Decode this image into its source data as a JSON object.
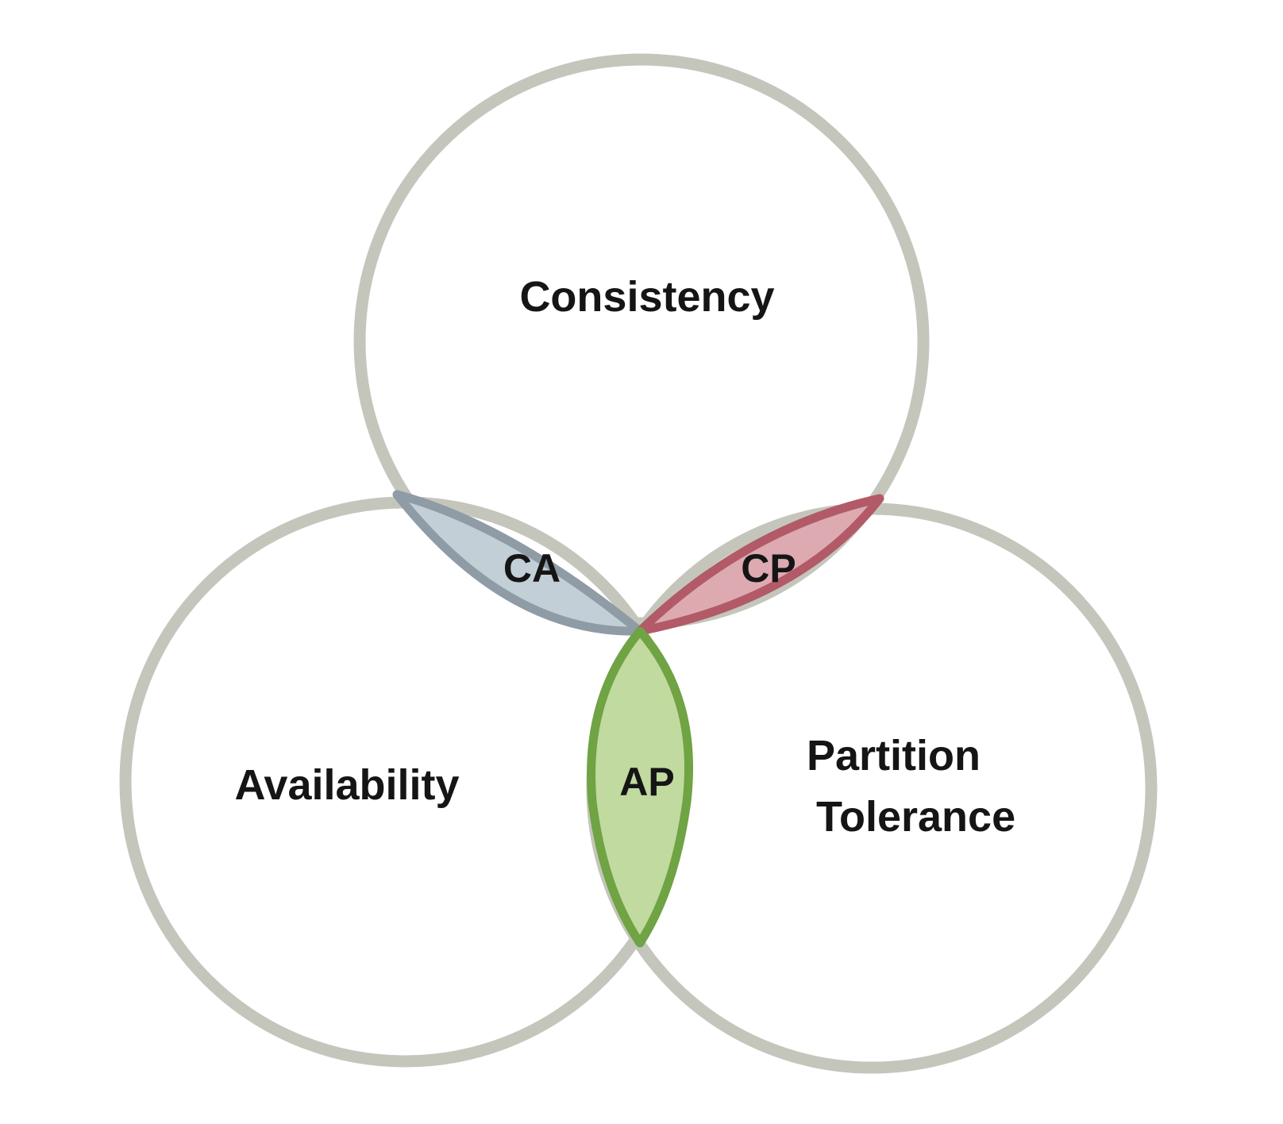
{
  "diagram": {
    "sets": [
      {
        "id": "consistency",
        "lines": [
          "Consistency"
        ]
      },
      {
        "id": "availability",
        "lines": [
          "Availability"
        ]
      },
      {
        "id": "partition-tolerance",
        "lines": [
          "Partition",
          "Tolerance"
        ]
      }
    ],
    "intersections": [
      {
        "id": "ca",
        "label": "CA",
        "sets": [
          "consistency",
          "availability"
        ]
      },
      {
        "id": "cp",
        "label": "CP",
        "sets": [
          "consistency",
          "partition-tolerance"
        ]
      },
      {
        "id": "ap",
        "label": "AP",
        "sets": [
          "availability",
          "partition-tolerance"
        ]
      }
    ]
  },
  "colors": {
    "circle_outline": "#c4c6bc",
    "ca_fill": "#c3cfd7",
    "ca_outline": "#8f9ba5",
    "cp_fill": "#ddaab1",
    "cp_outline": "#b25a67",
    "ap_fill": "#c1da9f",
    "ap_outline": "#6fa343"
  }
}
